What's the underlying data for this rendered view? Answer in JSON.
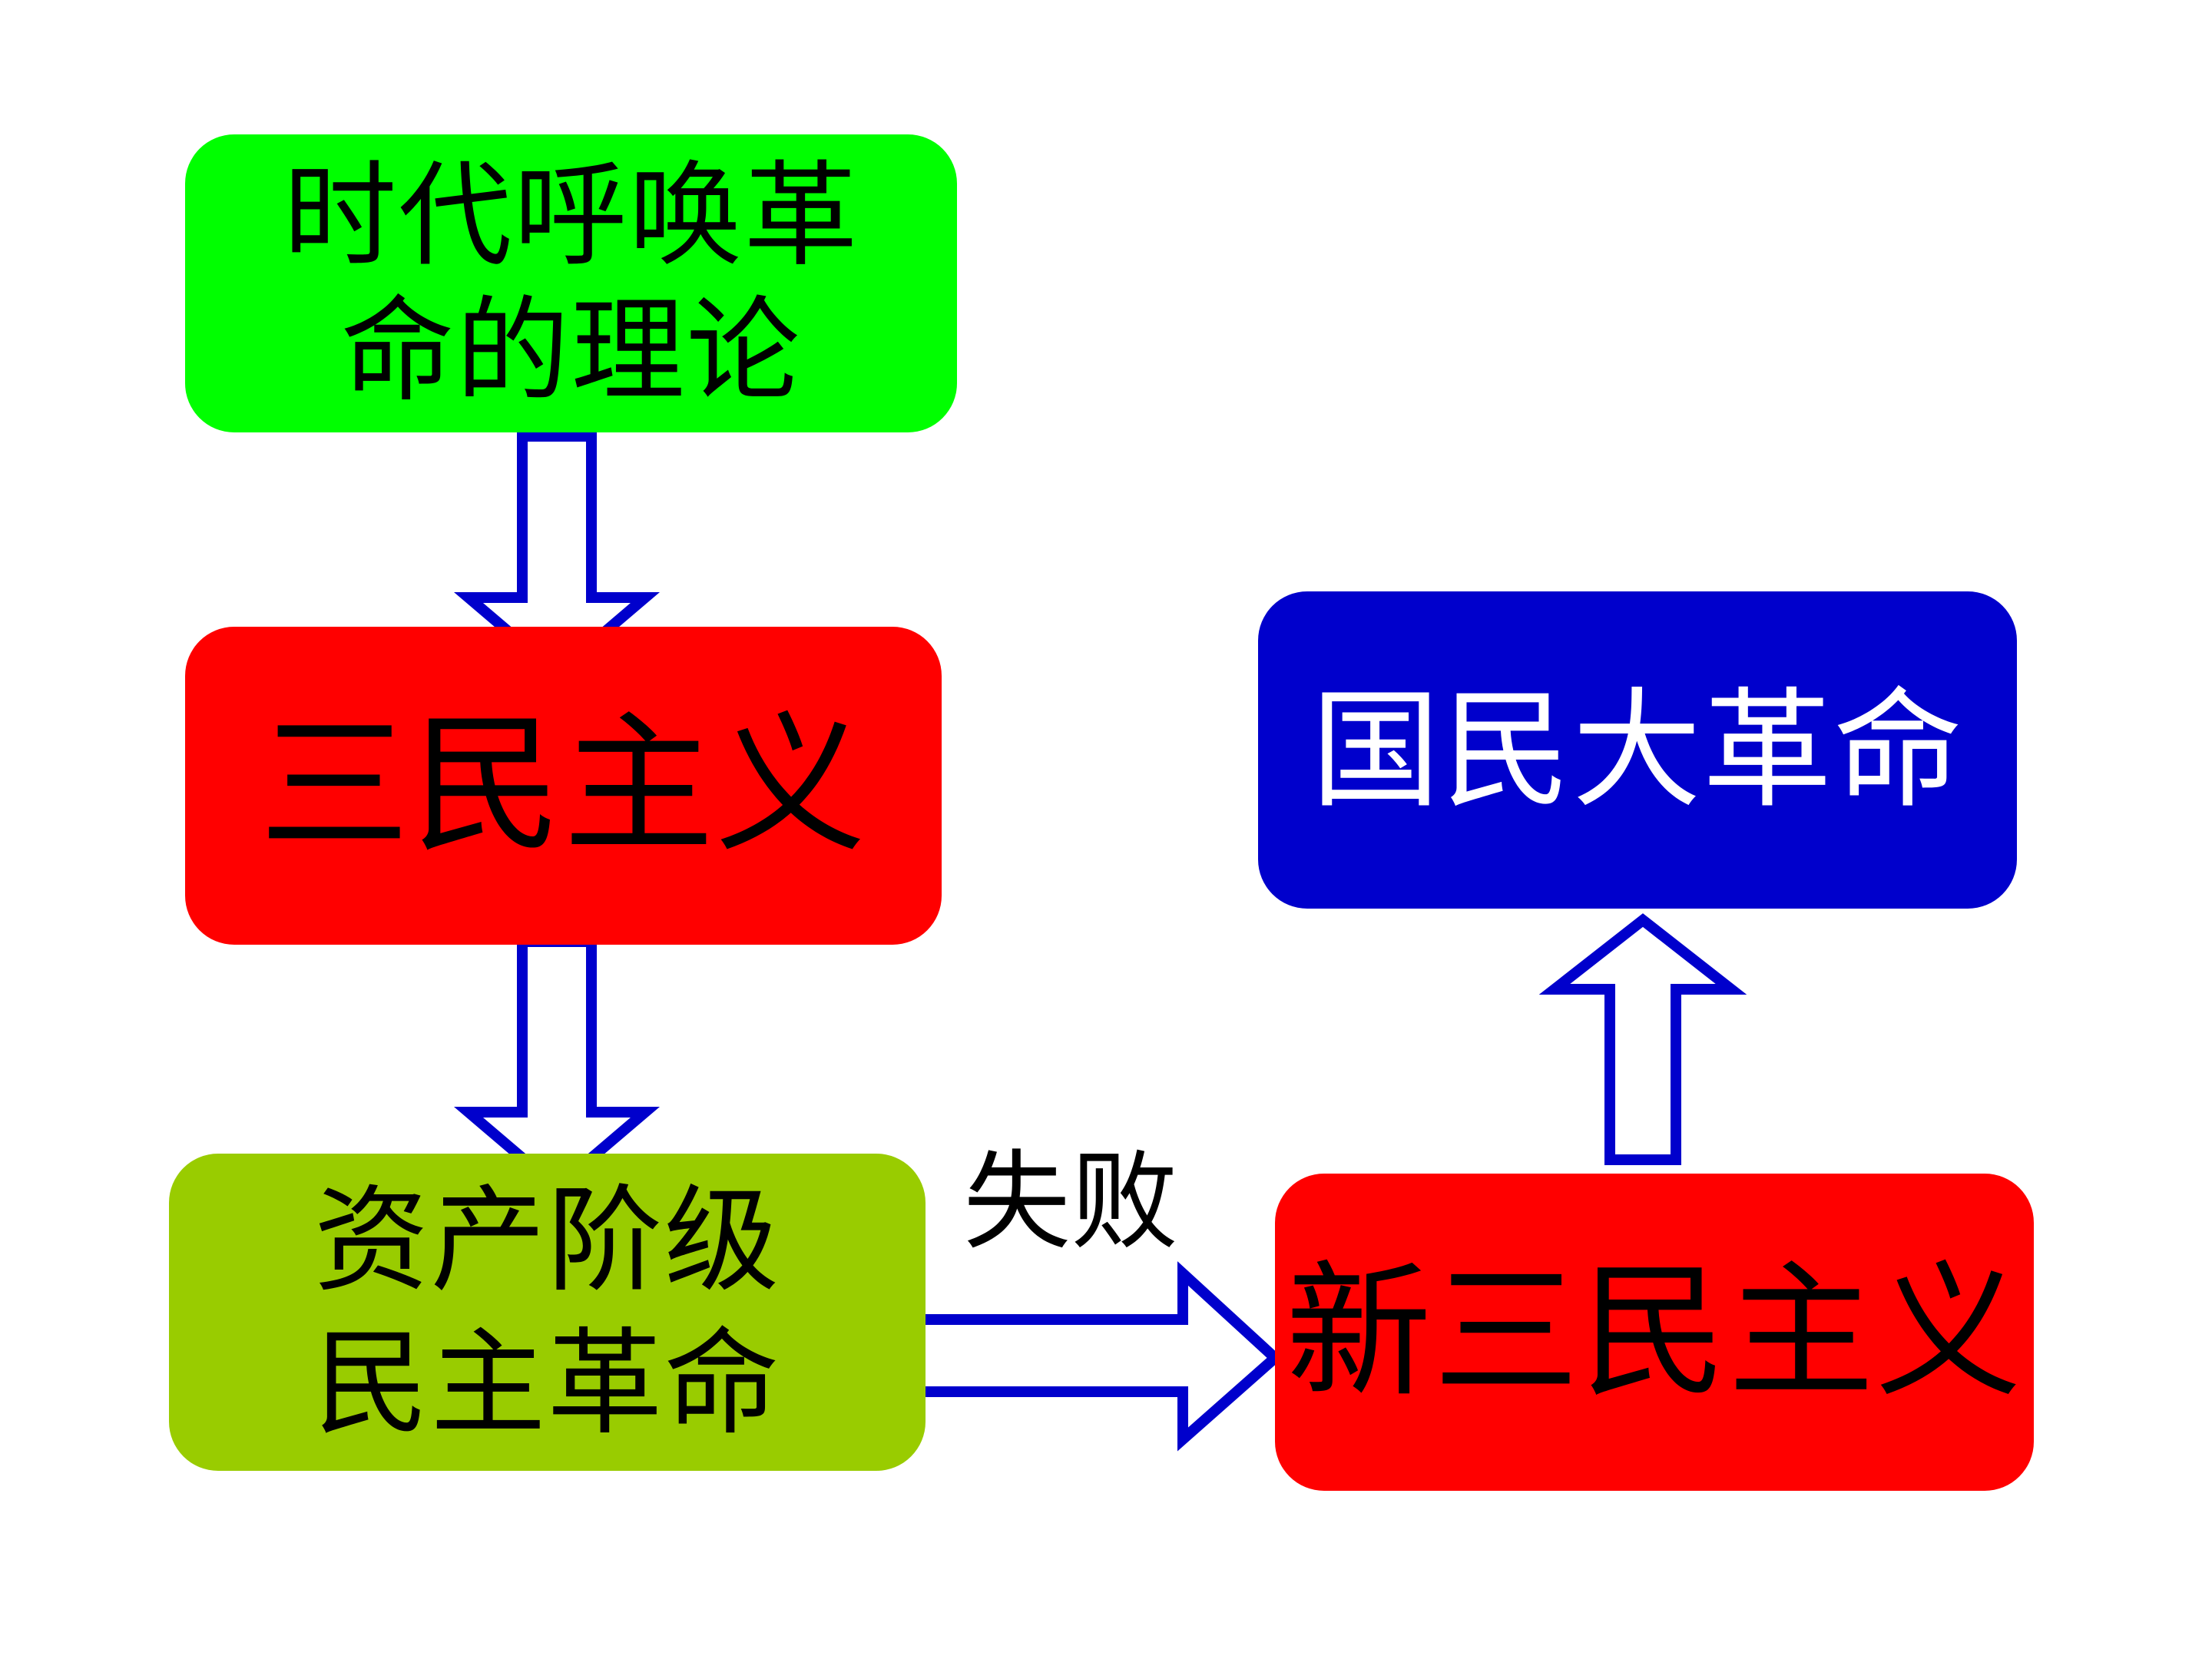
{
  "colors": {
    "arrow_stroke": "#0000cc",
    "arrow_fill": "#ffffff",
    "theory_box": "#00ff00",
    "three_principles_box": "#ff0000",
    "bourgeois_revolution_box": "#99cc00",
    "national_revolution_box": "#0000cc",
    "new_three_principles_box": "#ff0000",
    "dark_text": "#000000",
    "light_text": "#ffffff"
  },
  "nodes": {
    "theory": {
      "label": "时代呼唤革\n命的理论"
    },
    "three_principles": {
      "label": "三民主义"
    },
    "bourgeois_revolution": {
      "label": "资产阶级\n民主革命"
    },
    "national_revolution": {
      "label": "国民大革命"
    },
    "new_three_principles": {
      "label": "新三民主义"
    }
  },
  "edges": {
    "failure_label": "失败"
  }
}
